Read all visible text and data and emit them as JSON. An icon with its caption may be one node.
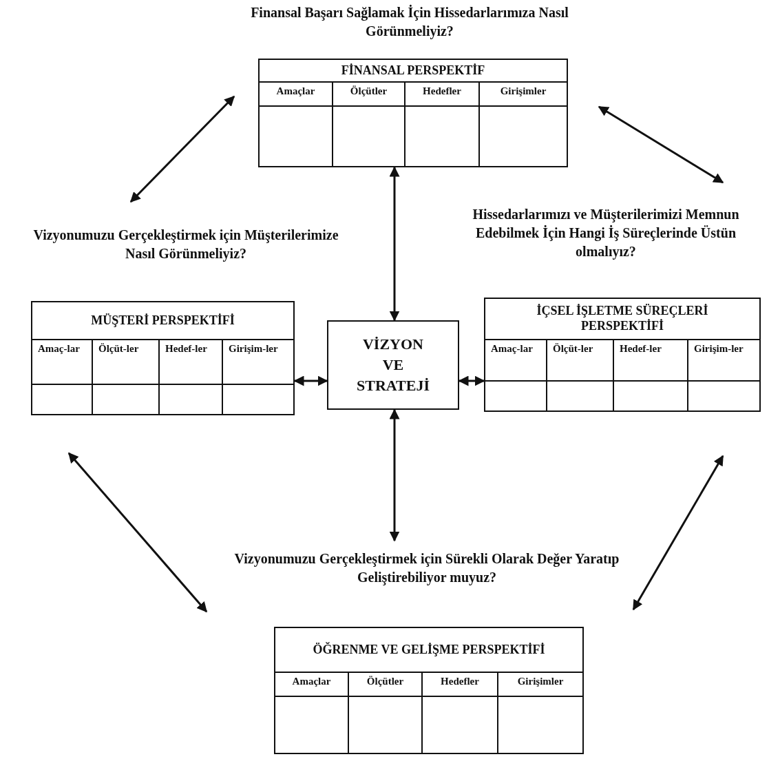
{
  "diagram": {
    "nodes": [
      {
        "text": [
          "FİNANSAL PERSPEKTİF",
          "Amaçlar",
          "Ölçütler",
          "Hedefler",
          "Girişimler"
        ],
        "beside": [
          "Finansal Başarı Sağlamak İçin Hissedarlarımıza Nasıl Görünmeliyiz?"
        ]
      },
      {
        "text": [
          "MÜŞTERİ PERSPEKTİFİ",
          "Amaç-lar",
          "Ölçüt-ler",
          "Hedef-ler",
          "Girişim-ler"
        ],
        "beside": [
          "Vizyonumuzu Gerçekleştirmek için Müşterilerimize Nasıl Görünmeliyiz?"
        ]
      },
      {
        "text": [
          "VİZYON VE STRATEJİ"
        ]
      },
      {
        "text": [
          "İÇSEL İŞLETME SÜREÇLERİ PERSPEKTİFİ",
          "Amaç-lar",
          "Ölçüt-ler",
          "Hedef-ler",
          "Girişim-ler"
        ],
        "beside": [
          "Hissedarlarımızı ve Müşterilerimizi Memnun Edebilmek İçin Hangi İş Süreçlerinde Üstün olmalıyız?"
        ]
      },
      {
        "text": [
          "ÖĞRENME VE GELİŞME PERSPEKTİFİ",
          "Amaçlar",
          "Ölçütler",
          "Hedefler",
          "Girişimler"
        ],
        "beside": [
          "Vizyonumuzu Gerçekleştirmek için Sürekli Olarak Değer Yaratıp Geliştirebiliyor muyuz?"
        ]
      }
    ],
    "edges": [
      {
        "from": 0,
        "to": 1,
        "arrow": "both"
      },
      {
        "from": 0,
        "to": 3,
        "arrow": "both"
      },
      {
        "from": 2,
        "to": 0,
        "arrow": "both"
      },
      {
        "from": 2,
        "to": 1,
        "arrow": "both"
      },
      {
        "from": 2,
        "to": 3,
        "arrow": "both"
      },
      {
        "from": 2,
        "to": 4,
        "arrow": "both"
      },
      {
        "from": 1,
        "to": 4,
        "arrow": "both"
      },
      {
        "from": 3,
        "to": 4,
        "arrow": "both"
      }
    ]
  }
}
